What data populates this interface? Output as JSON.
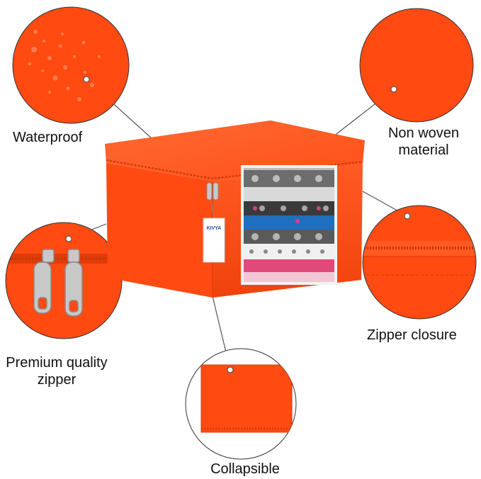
{
  "product": {
    "brand_tag": "KIVYA",
    "colors": {
      "body": "#ff4a12",
      "body_dark": "#e03c08",
      "body_light": "#ff6a33",
      "window_frame": "#f2f2f2",
      "line": "#555555"
    }
  },
  "features": [
    {
      "id": "waterproof",
      "label": "Waterproof"
    },
    {
      "id": "non-woven",
      "label_line1": "Non woven",
      "label_line2": "material"
    },
    {
      "id": "zipper-closure",
      "label": "Zipper closure"
    },
    {
      "id": "premium-zipper",
      "label_line1": "Premium quality",
      "label_line2": "zipper"
    },
    {
      "id": "collapsible",
      "label": "Collapsible"
    }
  ]
}
